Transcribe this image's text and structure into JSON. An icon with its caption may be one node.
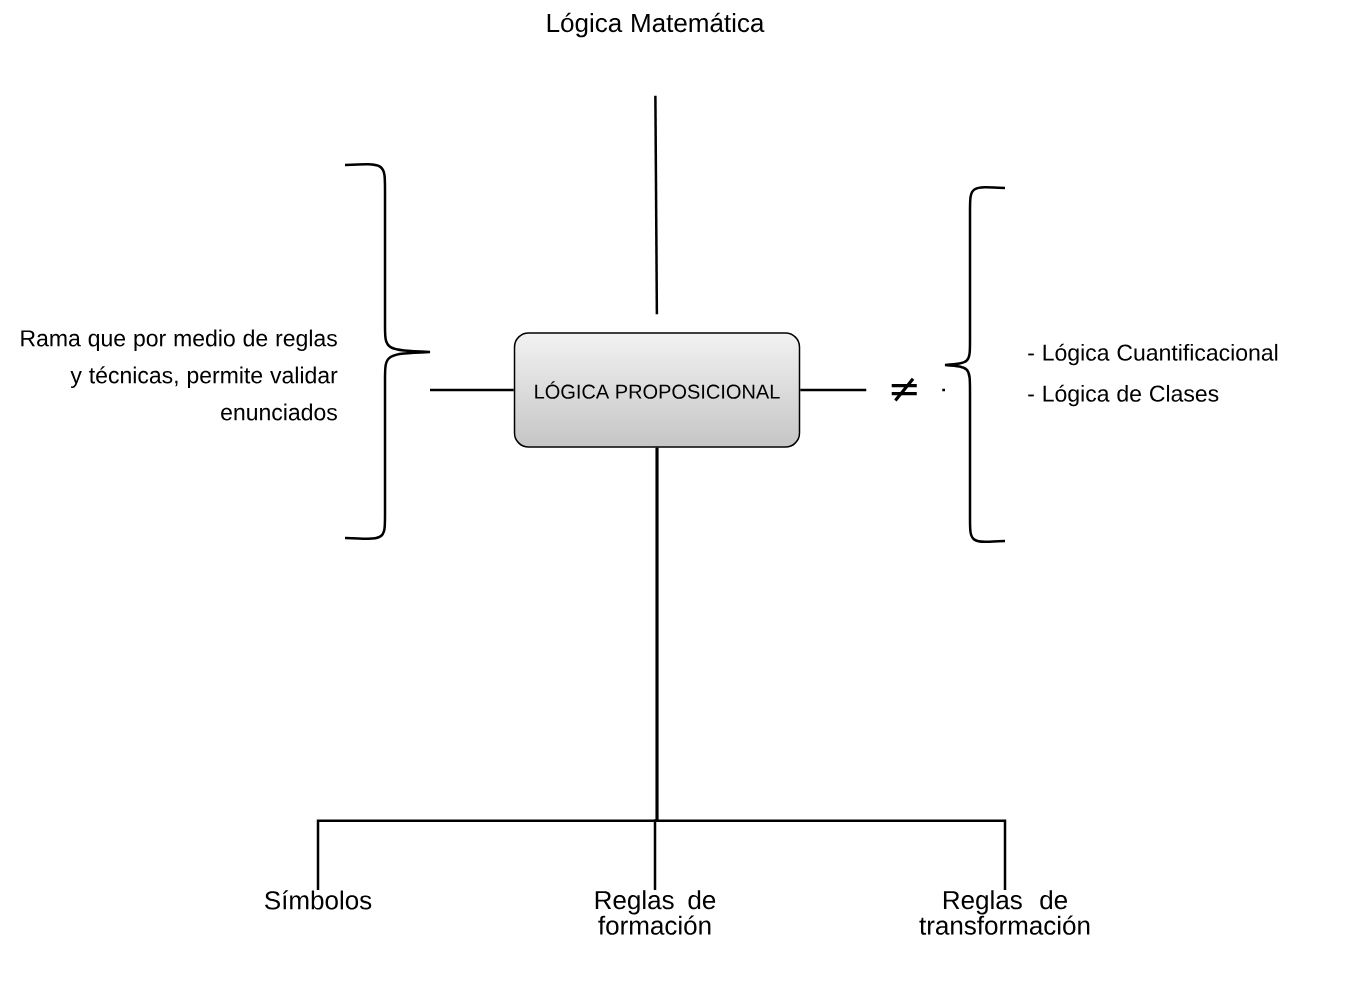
{
  "diagram": {
    "nodes": [
      {
        "text": [
          "Lógica Matemática"
        ]
      },
      {
        "text": [
          "LÓGICA PROPOSICIONAL"
        ]
      },
      {
        "text": [
          "Rama que por medio de reglas y técnicas, permite validar enunciados"
        ]
      },
      {
        "text": [
          "- Lógica Cuantificacional",
          "- Lógica de Clases"
        ]
      },
      {
        "text": [
          "Símbolos"
        ]
      },
      {
        "text": [
          "Reglas de formación"
        ]
      },
      {
        "text": [
          "Reglas de transformación"
        ]
      }
    ],
    "edges": [
      {
        "from": 0,
        "to": 1,
        "arrow": "none"
      },
      {
        "from": 1,
        "to": 2,
        "arrow": "none"
      },
      {
        "from": 1,
        "to": 3,
        "arrow": "none",
        "label": "≠"
      },
      {
        "from": 1,
        "to": 4,
        "arrow": "none"
      },
      {
        "from": 1,
        "to": 5,
        "arrow": "none"
      },
      {
        "from": 1,
        "to": 6,
        "arrow": "none"
      }
    ]
  }
}
